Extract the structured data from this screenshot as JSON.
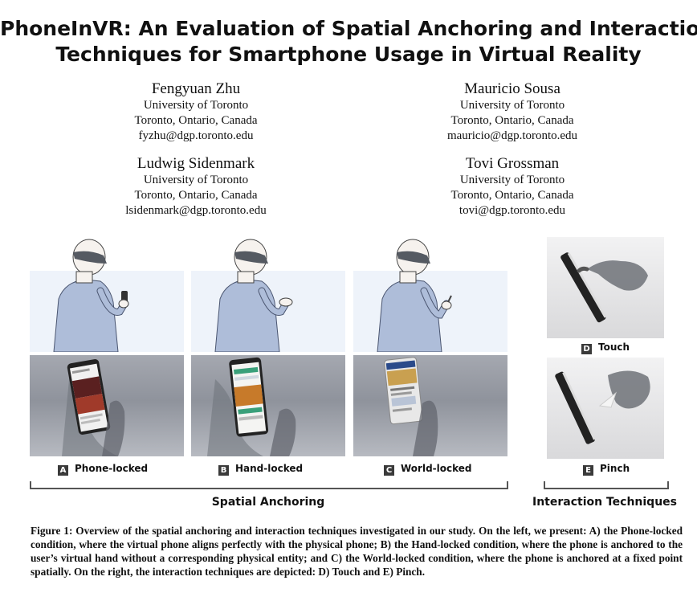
{
  "title": {
    "line1": "PhoneInVR: An Evaluation of Spatial Anchoring and Interaction",
    "line2": "Techniques for Smartphone Usage in Virtual Reality"
  },
  "authors": [
    {
      "name": "Fengyuan Zhu",
      "affiliation": "University of Toronto",
      "location": "Toronto, Ontario, Canada",
      "email": "fyzhu@dgp.toronto.edu"
    },
    {
      "name": "Mauricio Sousa",
      "affiliation": "University of Toronto",
      "location": "Toronto, Ontario, Canada",
      "email": "mauricio@dgp.toronto.edu"
    },
    {
      "name": "Ludwig Sidenmark",
      "affiliation": "University of Toronto",
      "location": "Toronto, Ontario, Canada",
      "email": "lsidenmark@dgp.toronto.edu"
    },
    {
      "name": "Tovi Grossman",
      "affiliation": "University of Toronto",
      "location": "Toronto, Ontario, Canada",
      "email": "tovi@dgp.toronto.edu"
    }
  ],
  "figure": {
    "panels": [
      {
        "letter": "A",
        "label": "Phone-locked"
      },
      {
        "letter": "B",
        "label": "Hand-locked"
      },
      {
        "letter": "C",
        "label": "World-locked"
      },
      {
        "letter": "D",
        "label": "Touch"
      },
      {
        "letter": "E",
        "label": "Pinch"
      }
    ],
    "groups": {
      "spatial": "Spatial Anchoring",
      "interaction": "Interaction Techniques"
    }
  },
  "caption": "Figure 1: Overview of the spatial anchoring and interaction techniques investigated in our study. On the left, we present: A) the Phone-locked condition, where the virtual phone aligns perfectly with the physical phone; B) the Hand-locked condition, where the phone is anchored to the user’s virtual hand without a corresponding physical entity; and C) the World-locked condition, where the phone is anchored at a fixed point spatially. On the right, the interaction techniques are depicted: D) Touch and E) Pinch."
}
